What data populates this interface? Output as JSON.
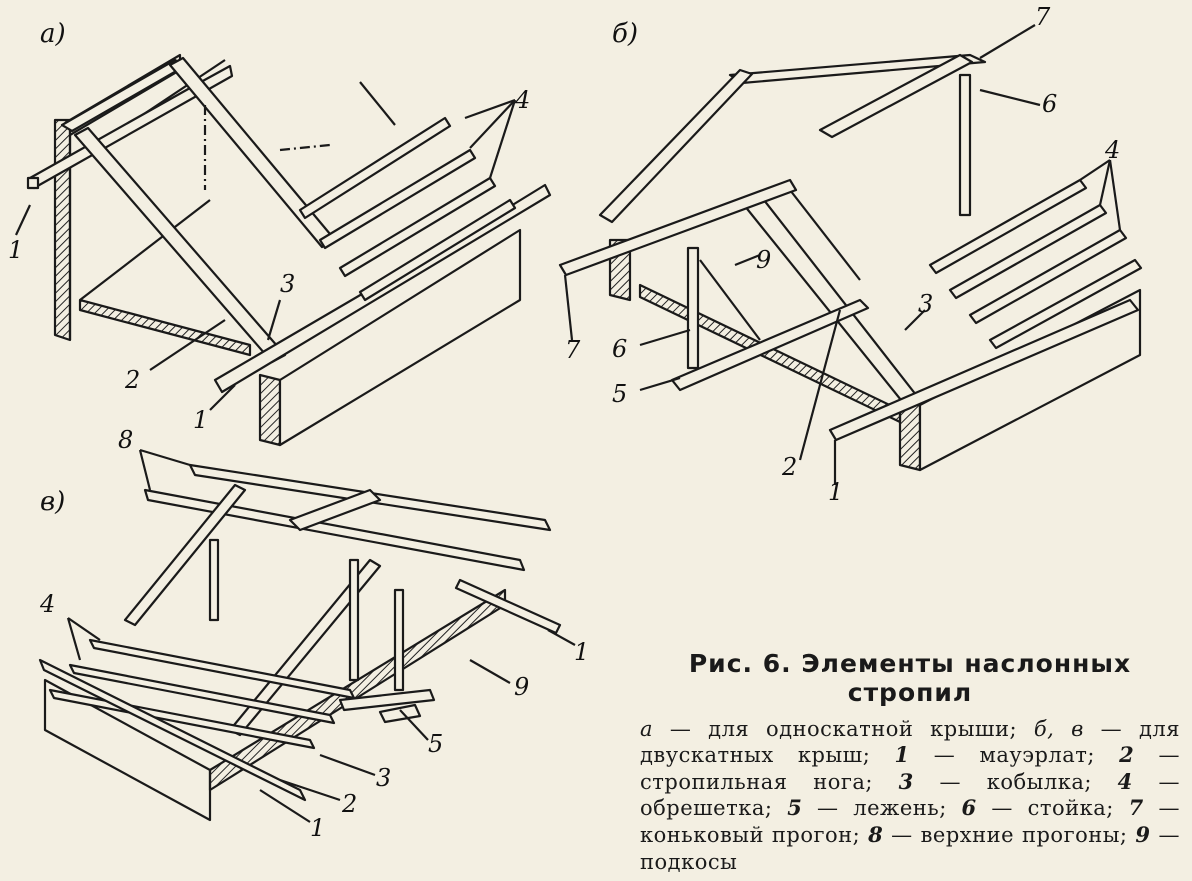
{
  "panels": {
    "a": {
      "label": "а)"
    },
    "b": {
      "label": "б)"
    },
    "v": {
      "label": "в)"
    }
  },
  "callouts": {
    "a": [
      "1",
      "1",
      "2",
      "3",
      "4"
    ],
    "b": [
      "7",
      "6",
      "4",
      "9",
      "7",
      "6",
      "5",
      "3",
      "2",
      "1"
    ],
    "v": [
      "8",
      "4",
      "1",
      "9",
      "5",
      "3",
      "2",
      "1"
    ]
  },
  "caption": {
    "title_prefix": "Рис. 6",
    "title_text": ". Элементы наслонных стропил",
    "legend": [
      {
        "num": "а",
        "text": " — для односкатной крыши; "
      },
      {
        "num": "б, в",
        "text": " — для двускатных крыш; "
      },
      {
        "num": "1",
        "text": " — мауэрлат; "
      },
      {
        "num": "2",
        "text": " — стропильная нога; "
      },
      {
        "num": "3",
        "text": " — кобылка; "
      },
      {
        "num": "4",
        "text": " — обрешетка; "
      },
      {
        "num": "5",
        "text": " — лежень; "
      },
      {
        "num": "6",
        "text": " — стойка; "
      },
      {
        "num": "7",
        "text": " — коньковый прогон; "
      },
      {
        "num": "8",
        "text": " — верхние прогоны; "
      },
      {
        "num": "9",
        "text": " — подкосы"
      }
    ]
  },
  "colors": {
    "ink": "#1a1a1a",
    "paper": "#f3efe2",
    "hatch": "#2a2a2a"
  }
}
